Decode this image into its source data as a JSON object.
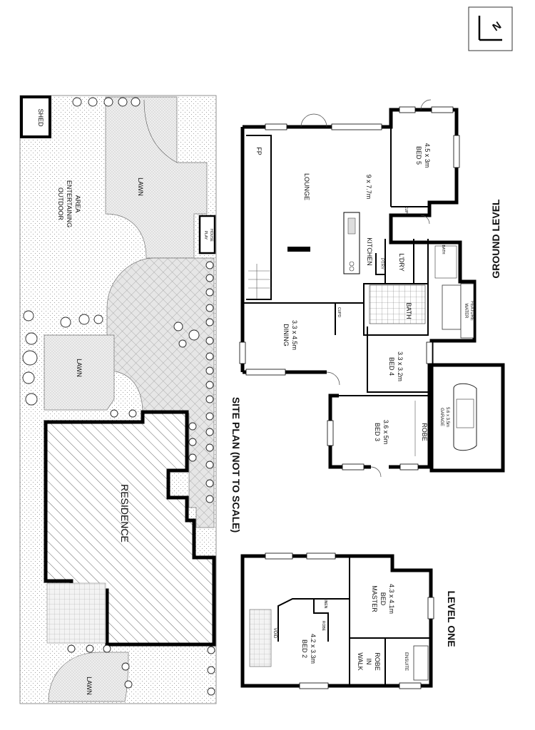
{
  "compass": {
    "label": "N"
  },
  "site_plan": {
    "title": "SITE PLAN  (NOT TO SCALE)",
    "shed": "SHED",
    "outdoor_area": [
      "OUTDOOR",
      "ENTERTAINING",
      "AREA"
    ],
    "lawn_top": "LAWN",
    "lawn_mid": "LAWN",
    "lawn_bottom": "LAWN",
    "play_house": [
      "PLAY",
      "HOUSE"
    ],
    "residence": "RESIDENCE"
  },
  "ground_level": {
    "title": "GROUND LEVEL",
    "fp": "FP",
    "lounge": {
      "name": "LOUNGE",
      "size": "9 x 7.7m"
    },
    "bed5": {
      "name": "BED 5",
      "size": "4.5 x 3m"
    },
    "cupd_bed5": "CUPD",
    "kitchen": "KITCHEN",
    "ptry": "PTRY",
    "ldry": "L'DRY",
    "bath_small": "BATH",
    "bath": "BATH",
    "water_feature": [
      "WATER",
      "FEATURE"
    ],
    "cupd_hall": "CUPD",
    "dining": {
      "name": "DINING",
      "size": "3.3 x 4.5m"
    },
    "bed4": {
      "name": "BED 4",
      "size": "3.3 x 3.2m"
    },
    "bed3": {
      "name": "BED 3",
      "size": "3.6 x 5m"
    },
    "robe": "ROBE",
    "garage": {
      "name": "GARAGE",
      "size": "5.6 x 3.5m"
    }
  },
  "level_one": {
    "title": "LEVEL ONE",
    "void": "VOID",
    "linen": "LINEN",
    "robe": "ROBE",
    "master_bed": {
      "name": [
        "MASTER",
        "BED"
      ],
      "size": "4.3 x 4.1m"
    },
    "bed2": {
      "name": "BED 2",
      "size": "4.2 x 3.3m"
    },
    "walk_in_robe": [
      "WALK",
      "IN",
      "ROBE"
    ],
    "ensuite": "ENSUITE"
  }
}
